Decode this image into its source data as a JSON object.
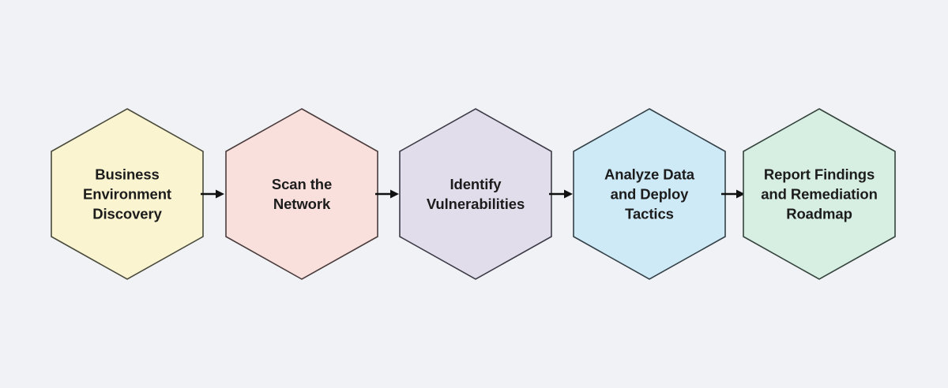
{
  "background_color": "#f0f2f5",
  "diagram": {
    "type": "process-flow",
    "orientation": "horizontal",
    "shape": "hexagon",
    "node_count": 5,
    "arrow_color": "#111111",
    "text_color": "#1c1c1c",
    "nodes": [
      {
        "id": "business-environment-discovery",
        "label": "Business\nEnvironment\nDiscovery",
        "line1": "Business",
        "line2": "Environment",
        "line3": "Discovery",
        "fill": "#faf4d0",
        "stroke": "#4a4a3c",
        "order": 1
      },
      {
        "id": "scan-the-network",
        "label": "Scan the\nNetwork",
        "line1": "Scan the",
        "line2": "Network",
        "line3": "",
        "fill": "#fae0dd",
        "stroke": "#4a3c3c",
        "order": 2
      },
      {
        "id": "identify-vulnerabilities",
        "label": "Identify\nVulnerabilities",
        "line1": "Identify",
        "line2": "Vulnerabilities",
        "line3": "",
        "fill": "#e2ddeb",
        "stroke": "#3d3b47",
        "order": 3
      },
      {
        "id": "analyze-data-and-deploy-tactics",
        "label": "Analyze Data\nand Deploy\nTactics",
        "line1": "Analyze Data",
        "line2": "and Deploy",
        "line3": "Tactics",
        "fill": "#cfeaf7",
        "stroke": "#334047",
        "order": 4
      },
      {
        "id": "report-findings-and-remediation-roadmap",
        "label": "Report Findings\nand Remediation\nRoadmap",
        "line1": "Report Findings",
        "line2": "and Remediation",
        "line3": "Roadmap",
        "fill": "#d7eee3",
        "stroke": "#34433c",
        "order": 5
      }
    ],
    "connectors": [
      {
        "id": "arrow-1-2",
        "from": "business-environment-discovery",
        "to": "scan-the-network",
        "glyph": "arrow-right-icon"
      },
      {
        "id": "arrow-2-3",
        "from": "scan-the-network",
        "to": "identify-vulnerabilities",
        "glyph": "arrow-right-icon"
      },
      {
        "id": "arrow-3-4",
        "from": "identify-vulnerabilities",
        "to": "analyze-data-and-deploy-tactics",
        "glyph": "arrow-right-icon"
      },
      {
        "id": "arrow-4-5",
        "from": "analyze-data-and-deploy-tactics",
        "to": "report-findings-and-remediation-roadmap",
        "glyph": "arrow-right-icon"
      }
    ]
  }
}
